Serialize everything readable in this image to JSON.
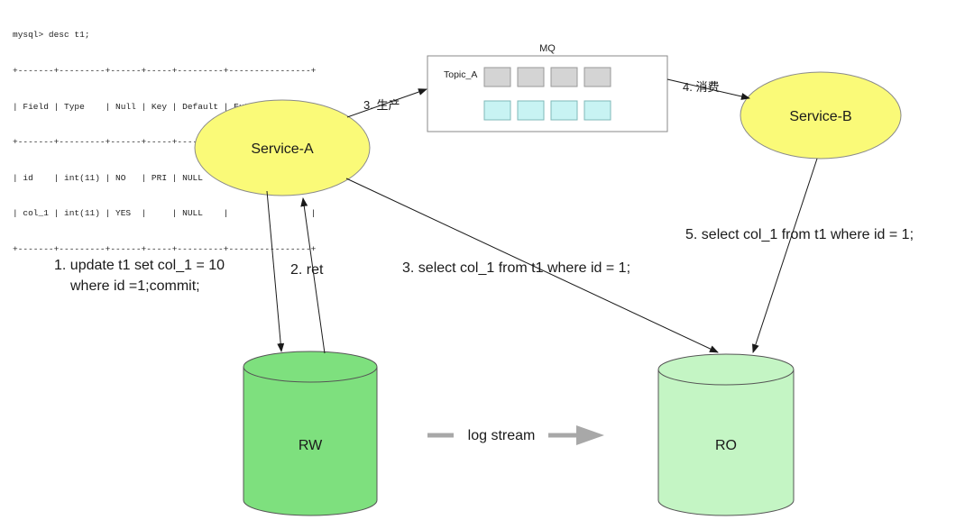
{
  "mysql_desc": {
    "lines": [
      "mysql> desc t1;",
      "+-------+---------+------+-----+---------+----------------+",
      "| Field | Type    | Null | Key | Default | Extra          |",
      "+-------+---------+------+-----+---------+----------------+",
      "| id    | int(11) | NO   | PRI | NULL    | auto_increment |",
      "| col_1 | int(11) | YES  |     | NULL    |                |",
      "+-------+---------+------+-----+---------+----------------+"
    ]
  },
  "mq": {
    "title": "MQ",
    "topic_label": "Topic_A"
  },
  "services": {
    "service_a": "Service-A",
    "service_b": "Service-B"
  },
  "databases": {
    "rw": "RW",
    "ro": "RO"
  },
  "arrows": {
    "produce": "3. 生产",
    "consume": "4. 消费",
    "update_line1": "1. update t1 set col_1 = 10",
    "update_line2": "where id =1;commit;",
    "ret": "2. ret",
    "select_a": "3. select col_1 from t1 where id = 1;",
    "select_b": "5. select col_1 from t1 where id = 1;",
    "log_stream": "log stream"
  },
  "colors": {
    "service_fill": "#fafa78",
    "rw_fill": "#7ee07e",
    "ro_fill": "#c4f5c4",
    "queue_gray": "#d4d4d4",
    "queue_cyan": "#c8f3f3",
    "log_arrow": "#a8a8a8"
  }
}
